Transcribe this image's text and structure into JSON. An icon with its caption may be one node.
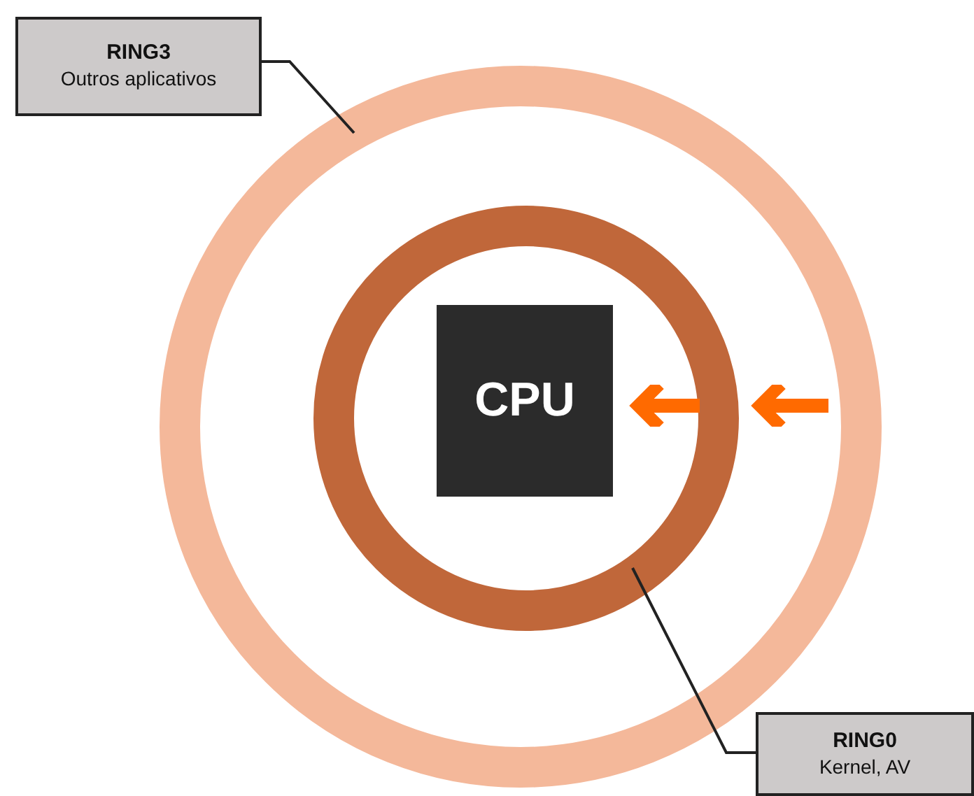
{
  "diagram": {
    "nodes": [
      {
        "text": [
          "RING3",
          "Outros aplicativos"
        ]
      },
      {
        "text": [],
        "shape": "circle"
      },
      {
        "text": [],
        "shape": "circle",
        "in": 1
      },
      {
        "text": [
          "CPU"
        ],
        "in": 2
      },
      {
        "text": [
          "RING0",
          "Kernel, AV"
        ]
      }
    ],
    "edges": [
      {
        "from": 0,
        "to": 1,
        "arrow": "none"
      },
      {
        "from": 4,
        "to": 2,
        "arrow": "none"
      },
      {
        "from": 1,
        "to": 2,
        "arrow": "to",
        "style": "thick",
        "color": "#ff6a00"
      },
      {
        "from": 2,
        "to": 3,
        "arrow": "to",
        "style": "thick",
        "color": "#ff6a00"
      }
    ]
  }
}
